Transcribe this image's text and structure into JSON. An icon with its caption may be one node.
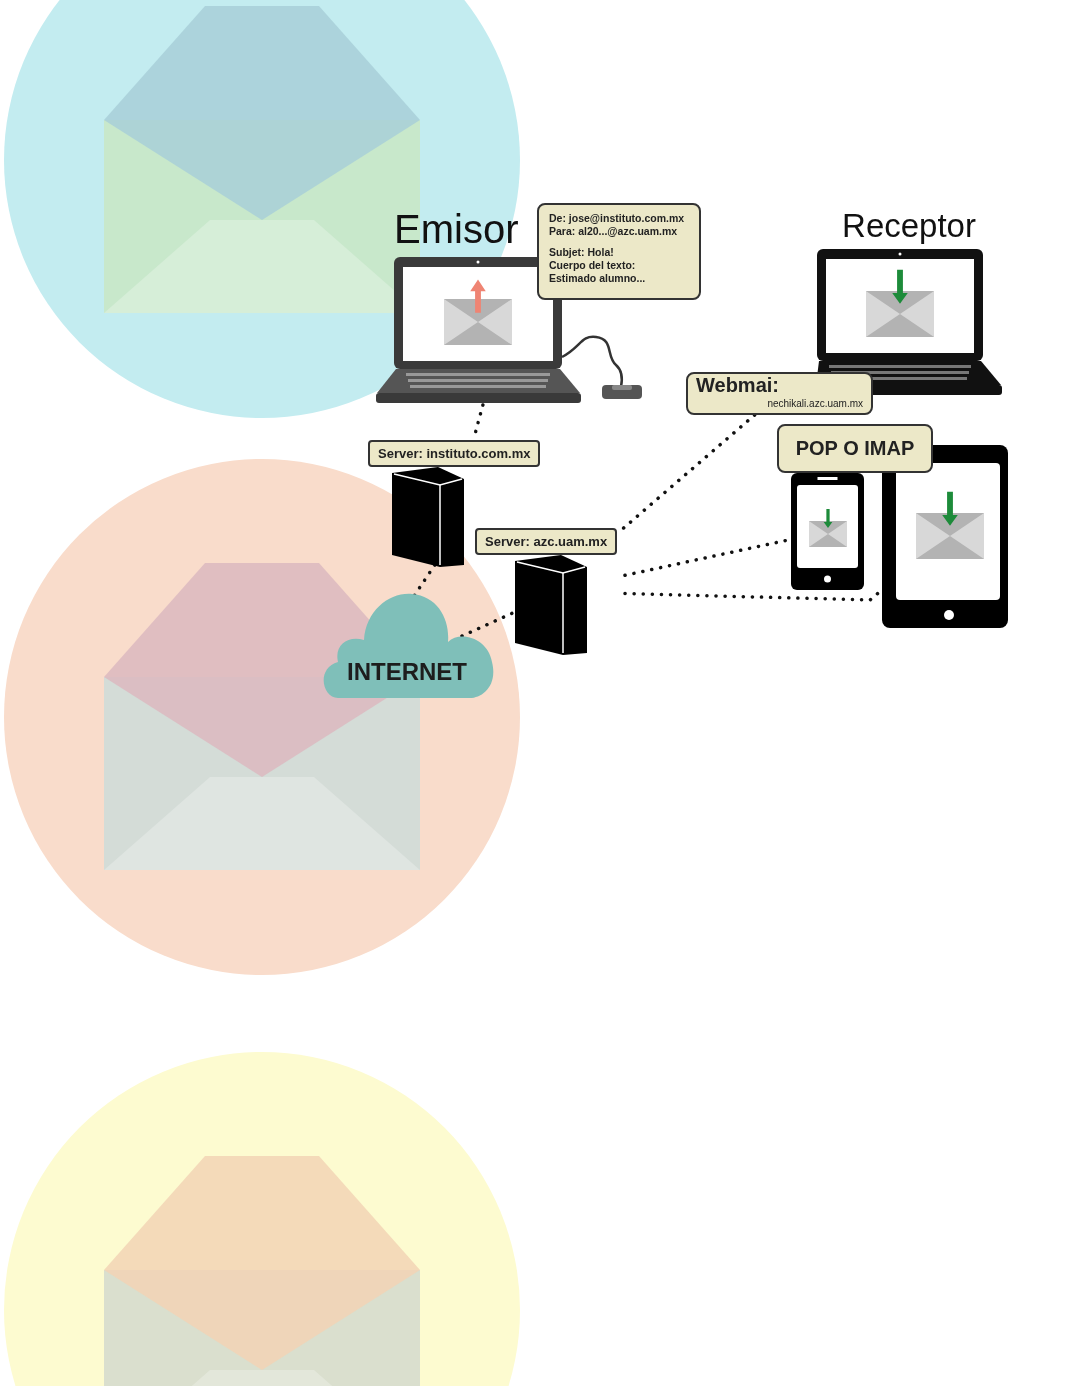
{
  "diagram": {
    "nodes": [
      {
        "text": [
          "Emisor"
        ]
      },
      {
        "text": [
          "De: jose@instituto.com.mx",
          "Para: al20...@azc.uam.mx",
          "Subjet: Hola!",
          "Cuerpo del texto:",
          "Estimado alumno..."
        ]
      },
      {
        "text": [
          "Server: instituto.com.mx"
        ]
      },
      {
        "text": [
          "INTERNET"
        ]
      },
      {
        "text": [
          "Server: azc.uam.mx"
        ]
      },
      {
        "text": [
          "Receptor"
        ]
      },
      {
        "text": [
          "Webmai:",
          "nechikali.azc.uam.mx"
        ]
      },
      {
        "text": [
          "POP O IMAP"
        ]
      },
      {
        "text": [],
        "shape": "picture"
      },
      {
        "text": [],
        "shape": "picture"
      }
    ],
    "edges": [
      {
        "from": 0,
        "to": 2,
        "arrow": "none",
        "style": "dashed"
      },
      {
        "from": 2,
        "to": 3,
        "arrow": "none",
        "style": "dashed"
      },
      {
        "from": 3,
        "to": 4,
        "arrow": "none",
        "style": "dashed"
      },
      {
        "from": 4,
        "to": 6,
        "arrow": "none",
        "style": "dashed"
      },
      {
        "from": 4,
        "to": 8,
        "arrow": "none",
        "style": "dashed"
      },
      {
        "from": 4,
        "to": 9,
        "arrow": "none",
        "style": "dashed"
      }
    ]
  }
}
